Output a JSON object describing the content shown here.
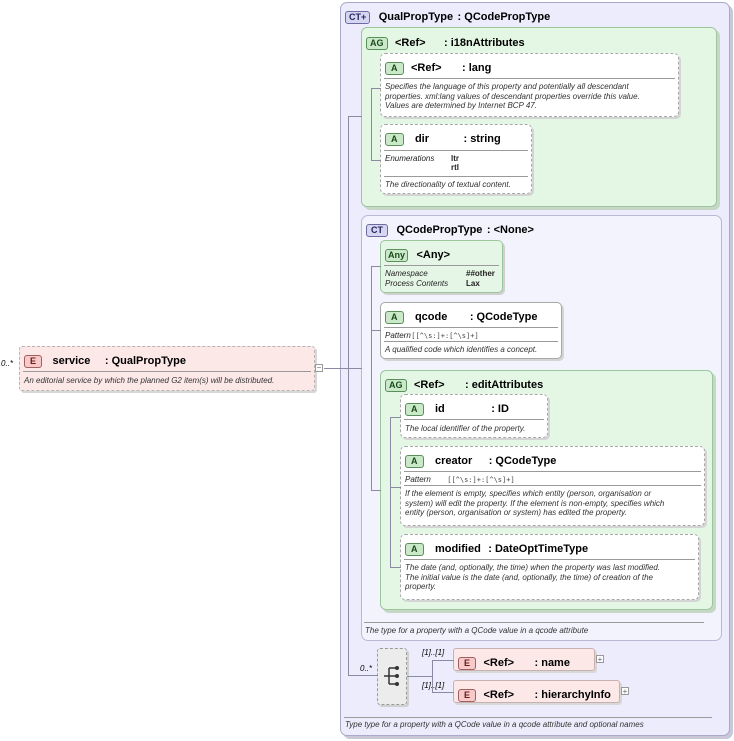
{
  "outer_type": {
    "badge": "CT+",
    "name": "QualPropType",
    "base": ": QCodePropType",
    "doc": "Type type for a property with a  QCode value in a qcode attribute and optional names"
  },
  "i18n_group": {
    "badge": "AG",
    "ref": "<Ref>",
    "name": ": i18nAttributes",
    "lang": {
      "badge": "A",
      "ref": "<Ref>",
      "name": ": lang",
      "doc": [
        "Specifies the language of this property and potentially all descendant",
        "properties. xml:lang values of descendant properties override this value.",
        "Values are determined by Internet BCP 47."
      ]
    },
    "dir": {
      "badge": "A",
      "name": "dir",
      "type": ": string",
      "enum_label": "Enumerations",
      "enum_values": [
        "ltr",
        "rtl"
      ],
      "doc": "The directionality of textual content."
    }
  },
  "qcode_type": {
    "badge": "CT",
    "name": "QCodePropType",
    "base": ": <None>",
    "doc": "The type for a property with a QCode value in a qcode attribute",
    "any": {
      "badge": "Any",
      "name": "<Any>",
      "ns_label": "Namespace",
      "ns_value": "##other",
      "pc_label": "Process Contents",
      "pc_value": "Lax"
    },
    "qcode": {
      "badge": "A",
      "name": "qcode",
      "type": ": QCodeType",
      "pattern_label": "Pattern",
      "pattern": "[[^\\s:]+:[^\\s]+]",
      "doc": "A qualified code which identifies a concept."
    },
    "edit_group": {
      "badge": "AG",
      "ref": "<Ref>",
      "name": ": editAttributes",
      "id": {
        "badge": "A",
        "name": "id",
        "type": ": ID",
        "doc": "The local identifier of the property."
      },
      "creator": {
        "badge": "A",
        "name": "creator",
        "type": ": QCodeType",
        "pattern_label": "Pattern",
        "pattern": "[[^\\s:]+:[^\\s]+]",
        "doc": [
          "If the element is empty, specifies which entity (person, organisation or",
          "system) will edit the property. If the element is non-empty, specifies which",
          "entity (person, organisation or system) has edited the property."
        ]
      },
      "modified": {
        "badge": "A",
        "name": "modified",
        "type": ": DateOptTimeType",
        "doc": [
          "The date (and, optionally, the time) when the property was last modified.",
          "The initial value is the date (and, optionally, the time) of creation of the",
          "property."
        ]
      }
    }
  },
  "sequence": {
    "multiplicity": "0..*",
    "name_elem": {
      "badge": "E",
      "ref": "<Ref>",
      "name": ": name",
      "multiplicity": "[1]..[1]"
    },
    "hier_elem": {
      "badge": "E",
      "ref": "<Ref>",
      "name": ": hierarchyInfo",
      "multiplicity": "[1]..[1]"
    }
  },
  "service": {
    "multiplicity": "0..*",
    "badge": "E",
    "name": "service",
    "type": ": QualPropType",
    "doc": "An editorial service by which the planned G2 item(s) will be distributed."
  }
}
